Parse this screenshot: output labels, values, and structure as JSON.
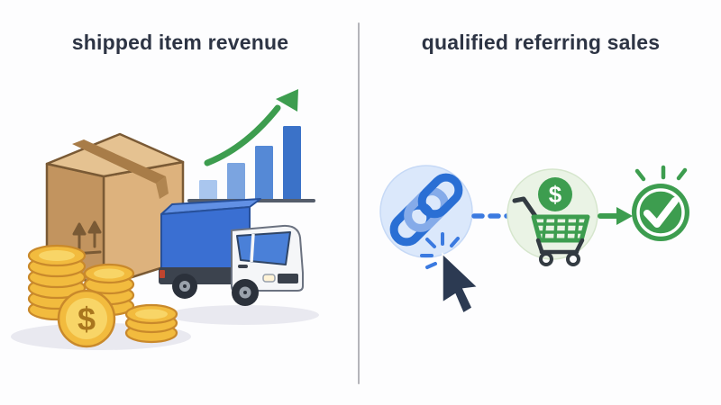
{
  "page": {
    "background": "#fdfdfe"
  },
  "left_panel": {
    "title": "shipped item revenue",
    "coin_dollar": "$",
    "illustration_parts": [
      "cardboard-box",
      "coin-stacks",
      "dollar-coin",
      "delivery-truck",
      "growth-bar-chart",
      "growth-arrow"
    ]
  },
  "right_panel": {
    "title": "qualified referring sales",
    "cart_dollar": "$",
    "flow_steps": [
      "referral-link-click",
      "cart-purchase",
      "qualified-sale-approved"
    ]
  },
  "chart_data": {
    "type": "bar",
    "categories": [
      "bar-1",
      "bar-2",
      "bar-3",
      "bar-4"
    ],
    "values": [
      22,
      41,
      60,
      82
    ],
    "title": "",
    "xlabel": "",
    "ylabel": "",
    "value_unit": "relative bar heights in px; decorative unlabeled growth chart",
    "trend_annotation": "green curved arrow rising to upper right",
    "bar_colors": [
      "#a9c6ee",
      "#7ba4e0",
      "#5589d6",
      "#3b72c8"
    ],
    "grid": false,
    "legend": false
  },
  "colors": {
    "page-bg": "#fdfdfe",
    "title-text": "#2d3444",
    "divider": "#b4b4ba",
    "chart-base": "#555d6b",
    "green": "#3d9d4f",
    "box-left": "#c2945f",
    "box-right": "#ddb27d",
    "box-top": "#e5c291",
    "box-tape": "#a87c48",
    "box-outline": "#7a5a35",
    "coin-base": "#f2bb3e",
    "coin-top": "#f8d567",
    "coin-outline": "#c9892b",
    "coin-symbol": "#a9761e",
    "truck-blue": "#3a6fd2",
    "truck-blue-top": "#6190e4",
    "cab-white": "#f5f6f8",
    "chassis": "#3c434e",
    "window": "#4a80d8",
    "wheel-dark": "#2b313b",
    "wheel-hub": "#9aa2ac",
    "link-circle": "#dbe8fb",
    "link-dark": "#2a6fd4",
    "link-light": "#85abe9",
    "cursor": "#2c3a52",
    "burst-blue": "#3b7ae0",
    "cart-circle": "#eaf3e5",
    "cart-frame": "#333b42",
    "shadow": "#e9e9f0"
  }
}
